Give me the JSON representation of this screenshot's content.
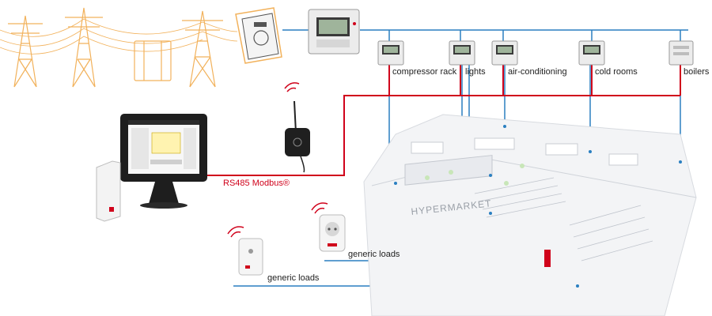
{
  "labels": {
    "compressor_rack": "compressor rack",
    "lights": "lights",
    "air_conditioning": "air-conditioning",
    "cold_rooms": "cold rooms",
    "boilers": "boilers",
    "rs485": "RS485 Modbus®",
    "generic_loads_1": "generic loads",
    "generic_loads_2": "generic loads",
    "store_sign": "HYPERMARKET"
  },
  "colors": {
    "modbus_line": "#d0021b",
    "data_line": "#2a7fc1",
    "power_lines": "#f2b25c",
    "device_body": "#e8e8e8",
    "screen": "#1e1e1e"
  },
  "icons": {
    "energy_meter": "energy-meter-icon",
    "controller": "controller-icon",
    "touch_monitor": "touch-monitor-icon",
    "wireless_gateway": "wireless-gateway-icon",
    "wireless_sensor": "wireless-sensor-icon",
    "smart_plug": "smart-plug-icon",
    "supermarket": "supermarket-building-icon",
    "pylon": "power-pylon-icon"
  }
}
